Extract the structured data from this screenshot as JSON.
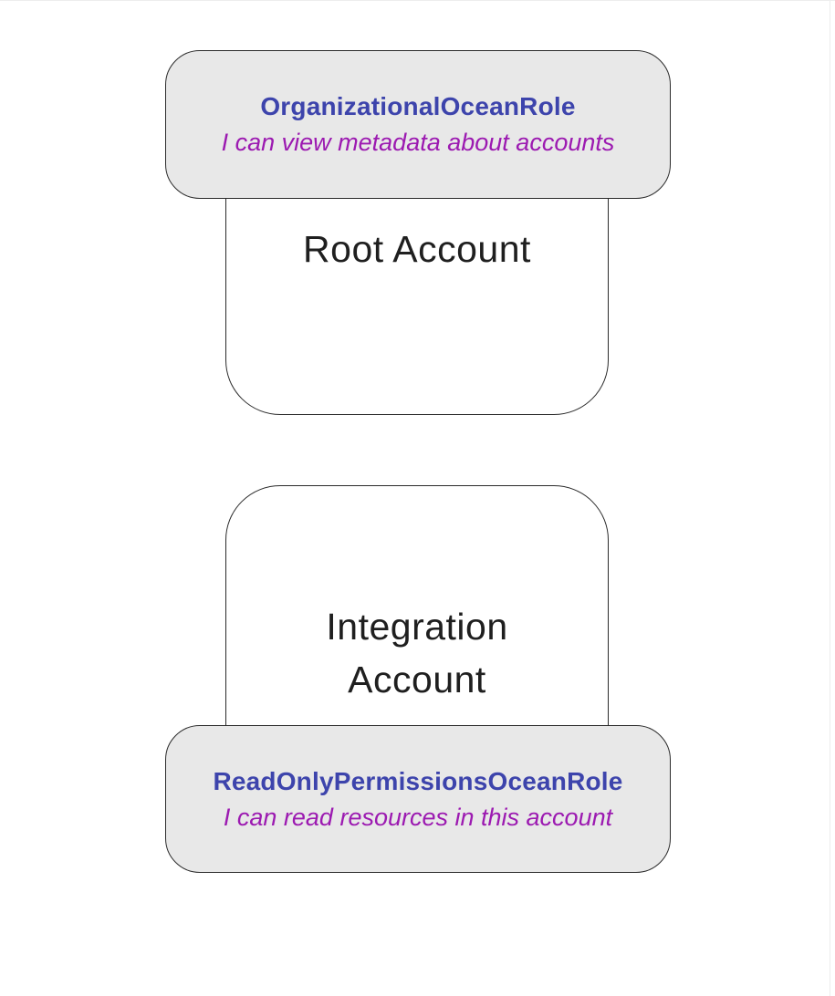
{
  "diagram": {
    "root_group": {
      "account_label": "Root Account",
      "role_name": "OrganizationalOceanRole",
      "role_description": "I can view metadata about accounts"
    },
    "integration_group": {
      "account_label": "Integration Account",
      "role_name": "ReadOnlyPermissionsOceanRole",
      "role_description": "I can read resources in this account"
    },
    "colors": {
      "role_fill": "#e8e8e8",
      "account_fill": "#ffffff",
      "node_border": "#2a2a2a",
      "role_name_color": "#3d44ac",
      "role_desc_color": "#9c1ab1",
      "account_text_color": "#1f1f1f",
      "canvas_edge": "#ededed"
    }
  }
}
